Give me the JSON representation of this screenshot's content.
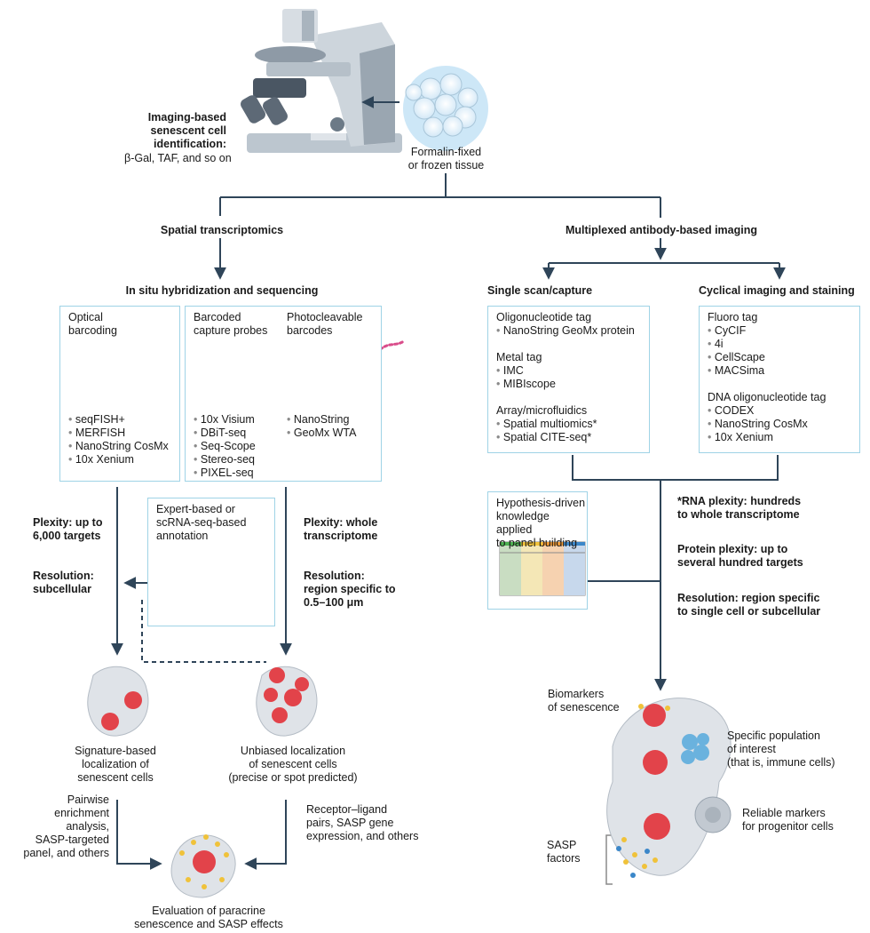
{
  "top": {
    "imaging_heading": "Imaging-based\nsenescent cell\nidentification:",
    "imaging_methods": "β-Gal, TAF, and so on",
    "tissue_label": "Formalin-fixed\nor frozen tissue"
  },
  "left_branch": {
    "title": "Spatial transcriptomics",
    "subtitle": "In situ hybridization and sequencing",
    "optical": {
      "title": "Optical\nbarcoding",
      "items": [
        "seqFISH+",
        "MERFISH",
        "NanoString CosMx",
        "10x Xenium"
      ]
    },
    "barcoded": {
      "title": "Barcoded\ncapture probes",
      "items": [
        "10x Visium",
        "DBiT-seq",
        "Seq-Scope",
        "Stereo-seq",
        "PIXEL-seq"
      ]
    },
    "photocleavable": {
      "title": "Photocleavable\nbarcodes",
      "items": [
        "NanoString",
        "GeoMx WTA"
      ]
    },
    "plexity_left": "Plexity: up to\n6,000 targets",
    "resolution_left": "Resolution:\nsubcellular",
    "plexity_right": "Plexity: whole\ntranscriptome",
    "resolution_right": "Resolution:\nregion specific to\n0.5–100 μm",
    "annotation_box": "Expert-based or\nscRNA-seq-based\nannotation",
    "signature_label": "Signature-based\nlocalization of\nsenescent cells",
    "unbiased_label": "Unbiased localization\nof senescent cells\n(precise or spot predicted)",
    "pairwise_label": "Pairwise\nenrichment\nanalysis,\nSASP-targeted\npanel, and others",
    "receptor_label": "Receptor–ligand\npairs, SASP gene\nexpression, and others",
    "evaluation_label": "Evaluation of paracrine\nsenescence and SASP effects"
  },
  "right_branch": {
    "title": "Multiplexed antibody-based imaging",
    "single_scan": {
      "title": "Single scan/capture",
      "groups": [
        {
          "heading": "Oligonucleotide tag",
          "items": [
            "NanoString GeoMx protein"
          ]
        },
        {
          "heading": "Metal tag",
          "items": [
            "IMC",
            "MIBIscope"
          ]
        },
        {
          "heading": "Array/microfluidics",
          "items": [
            "Spatial multiomics*",
            "Spatial CITE-seq*"
          ]
        }
      ]
    },
    "cyclical": {
      "title": "Cyclical imaging and staining",
      "groups": [
        {
          "heading": "Fluoro tag",
          "items": [
            "CyCIF",
            "4i",
            "CellScape",
            "MACSima"
          ]
        },
        {
          "heading": "DNA oligonucleotide tag",
          "items": [
            "CODEX",
            "NanoString CosMx",
            "10x Xenium"
          ]
        }
      ]
    },
    "hypothesis_box": "Hypothesis-driven\nknowledge applied\nto panel building",
    "rna_plexity": "*RNA plexity: hundreds\nto whole transcriptome",
    "protein_plexity": "Protein plexity: up to\nseveral hundred targets",
    "resolution": "Resolution: region specific\nto single cell or subcellular",
    "biomarkers_label": "Biomarkers\nof senescence",
    "population_label": "Specific population\nof interest\n(that is, immune cells)",
    "progenitor_label": "Reliable markers\nfor progenitor cells",
    "sasp_label": "SASP\nfactors"
  },
  "colors": {
    "arrow": "#2f4559",
    "box_border": "#9fd3e6",
    "senescent_cell": "#e2434a",
    "tissue": "#dfe3e8",
    "immune_cell": "#6ab2de",
    "sasp_factor": "#f0c23a"
  }
}
